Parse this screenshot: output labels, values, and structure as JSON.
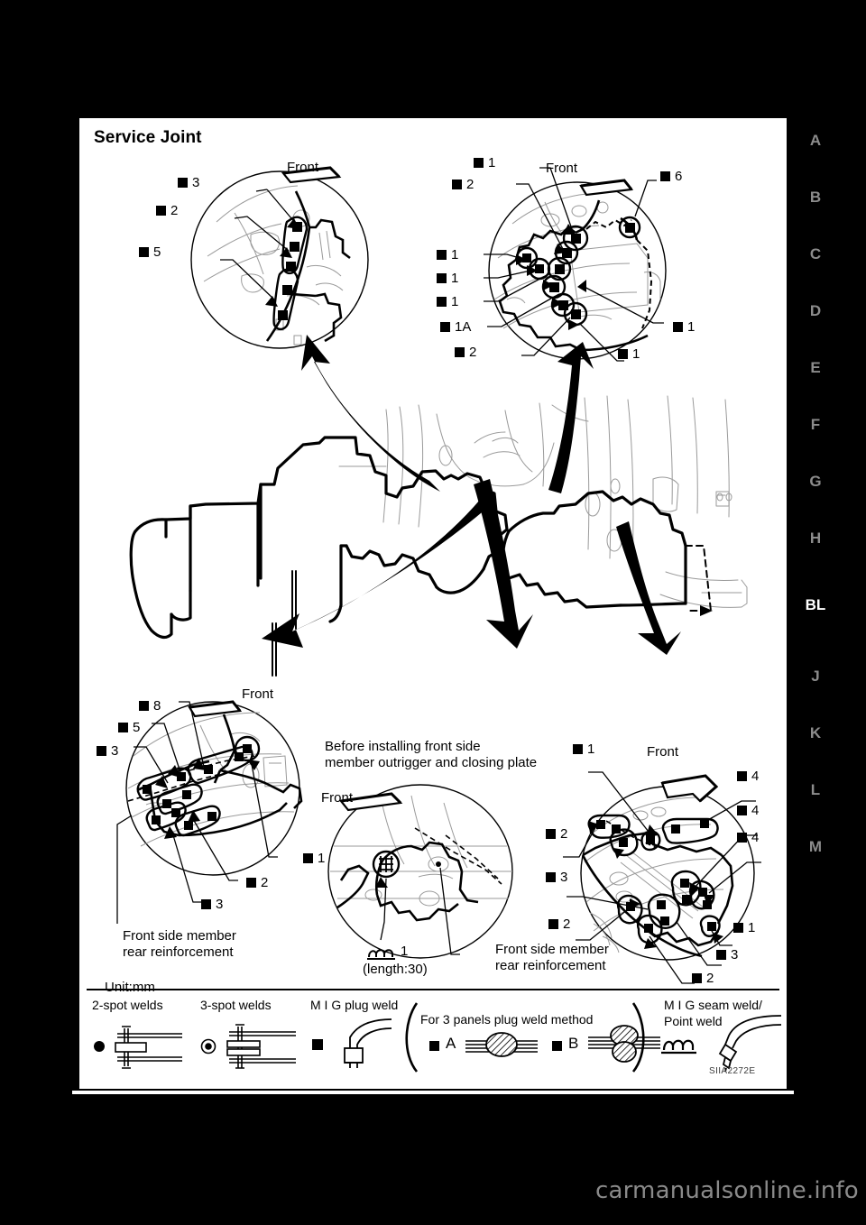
{
  "page": {
    "title": "Service Joint",
    "figure_id": "SIIA2272E",
    "unit_note": "Unit:mm",
    "watermark": "carmanualsonline.info"
  },
  "tab_strip": {
    "active": "BL",
    "items": [
      {
        "label": "A",
        "active": false
      },
      {
        "label": "B",
        "active": false
      },
      {
        "label": "C",
        "active": false
      },
      {
        "label": "D",
        "active": false
      },
      {
        "label": "E",
        "active": false
      },
      {
        "label": "F",
        "active": false
      },
      {
        "label": "G",
        "active": false
      },
      {
        "label": "H",
        "active": false
      },
      {
        "label": "BL",
        "active": true
      },
      {
        "label": "J",
        "active": false
      },
      {
        "label": "K",
        "active": false
      },
      {
        "label": "L",
        "active": false
      },
      {
        "label": "M",
        "active": false
      }
    ]
  },
  "details": {
    "top_left": {
      "front_label": "Front",
      "callouts": [
        {
          "marker": "square",
          "value": "3"
        },
        {
          "marker": "square",
          "value": "2"
        },
        {
          "marker": "square",
          "value": "5"
        }
      ]
    },
    "top_right": {
      "front_label": "Front",
      "callouts": [
        {
          "marker": "square",
          "value": "1"
        },
        {
          "marker": "square",
          "value": "2"
        },
        {
          "marker": "square",
          "value": "6"
        },
        {
          "marker": "square",
          "value": "1"
        },
        {
          "marker": "square",
          "value": "1"
        },
        {
          "marker": "square",
          "value": "1"
        },
        {
          "marker": "square",
          "value": "1A"
        },
        {
          "marker": "square",
          "value": "2"
        },
        {
          "marker": "square",
          "value": "1"
        },
        {
          "marker": "square",
          "value": "1"
        }
      ]
    },
    "bottom_left": {
      "front_label": "Front",
      "part_caption": "Front side member\nrear reinforcement",
      "callouts": [
        {
          "marker": "square",
          "value": "8"
        },
        {
          "marker": "square",
          "value": "5"
        },
        {
          "marker": "square",
          "value": "3"
        },
        {
          "marker": "square",
          "value": "1"
        },
        {
          "marker": "square",
          "value": "2"
        },
        {
          "marker": "square",
          "value": "3"
        }
      ]
    },
    "bottom_center": {
      "note": "Before installing front side\nmember outrigger and closing plate",
      "front_label": "Front",
      "seam_callout": "1",
      "seam_length": "(length:30)",
      "part_caption": "Front side member\nrear reinforcement"
    },
    "bottom_right": {
      "front_label": "Front",
      "callouts": [
        {
          "marker": "square",
          "value": "1"
        },
        {
          "marker": "square",
          "value": "4"
        },
        {
          "marker": "square",
          "value": "4"
        },
        {
          "marker": "square",
          "value": "4"
        },
        {
          "marker": "square",
          "value": "2"
        },
        {
          "marker": "square",
          "value": "3"
        },
        {
          "marker": "square",
          "value": "2"
        },
        {
          "marker": "square",
          "value": "1"
        },
        {
          "marker": "square",
          "value": "3"
        },
        {
          "marker": "square",
          "value": "2"
        }
      ]
    }
  },
  "legend": {
    "items": [
      {
        "label": "2-spot welds",
        "symbol": "filled-dot-spot-weld"
      },
      {
        "label": "3-spot welds",
        "symbol": "ringed-dot-spot-weld"
      },
      {
        "label": "M I G plug weld",
        "symbol": "mig-torch"
      },
      {
        "label": "M I G seam weld/\nPoint weld",
        "symbol": "mig-seam-torch"
      }
    ],
    "three_panel": {
      "title": "For 3 panels plug weld method",
      "options": [
        {
          "marker": "square",
          "value": "A"
        },
        {
          "marker": "square",
          "value": "B"
        }
      ]
    }
  }
}
